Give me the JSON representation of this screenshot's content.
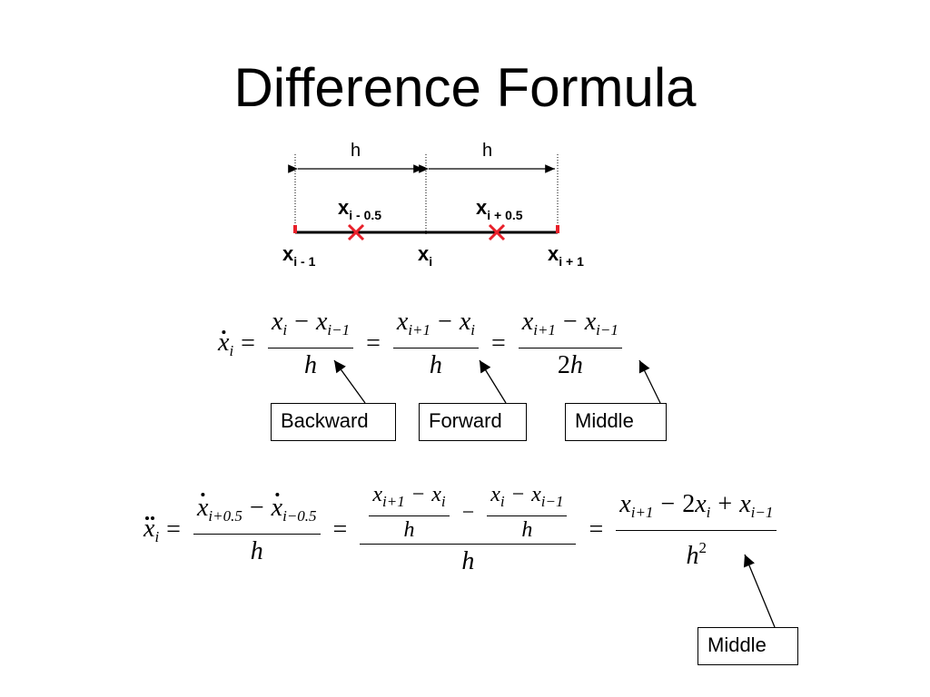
{
  "slide": {
    "title": "Difference Formula"
  },
  "diagram": {
    "h_left": "h",
    "h_right": "h",
    "x_left_half": {
      "base": "x",
      "sub": "i - 0.5"
    },
    "x_right_half": {
      "base": "x",
      "sub": "i + 0.5"
    },
    "x_prev": {
      "base": "x",
      "sub": "i - 1"
    },
    "x_cur": {
      "base": "x",
      "sub": "i"
    },
    "x_next": {
      "base": "x",
      "sub": "i + 1"
    },
    "colors": {
      "line": "#000000",
      "endpoint": "#e8202a",
      "cross": "#e8202a"
    }
  },
  "eq1": {
    "lhs": {
      "base": "x",
      "sub": "i"
    },
    "eq": "=",
    "backward": {
      "num_a": "x",
      "num_a_sub": "i",
      "minus": "−",
      "num_b": "x",
      "num_b_sub": "i−1",
      "den": "h"
    },
    "forward": {
      "num_a": "x",
      "num_a_sub": "i+1",
      "minus": "−",
      "num_b": "x",
      "num_b_sub": "i",
      "den": "h"
    },
    "middle": {
      "num_a": "x",
      "num_a_sub": "i+1",
      "minus": "−",
      "num_b": "x",
      "num_b_sub": "i−1",
      "den_coef": "2",
      "den": "h"
    },
    "labels": {
      "backward": "Backward",
      "forward": "Forward",
      "middle": "Middle"
    }
  },
  "eq2": {
    "lhs": {
      "base": "x",
      "sub": "i"
    },
    "eq": "=",
    "frac1": {
      "num_a": "x",
      "num_a_sub": "i+0.5",
      "minus": "−",
      "num_b": "x",
      "num_b_sub": "i−0.5",
      "den": "h"
    },
    "frac2": {
      "inner_left": {
        "num_a": "x",
        "num_a_sub": "i+1",
        "minus": "−",
        "num_b": "x",
        "num_b_sub": "i",
        "den": "h"
      },
      "mid_minus": "−",
      "inner_right": {
        "num_a": "x",
        "num_a_sub": "i",
        "minus": "−",
        "num_b": "x",
        "num_b_sub": "i−1",
        "den": "h"
      },
      "den": "h"
    },
    "frac3": {
      "num_a": "x",
      "num_a_sub": "i+1",
      "minus": "−",
      "coef": "2",
      "num_b": "x",
      "num_b_sub": "i",
      "plus": "+",
      "num_c": "x",
      "num_c_sub": "i−1",
      "den": "h",
      "den_sup": "2"
    },
    "label": "Middle"
  }
}
